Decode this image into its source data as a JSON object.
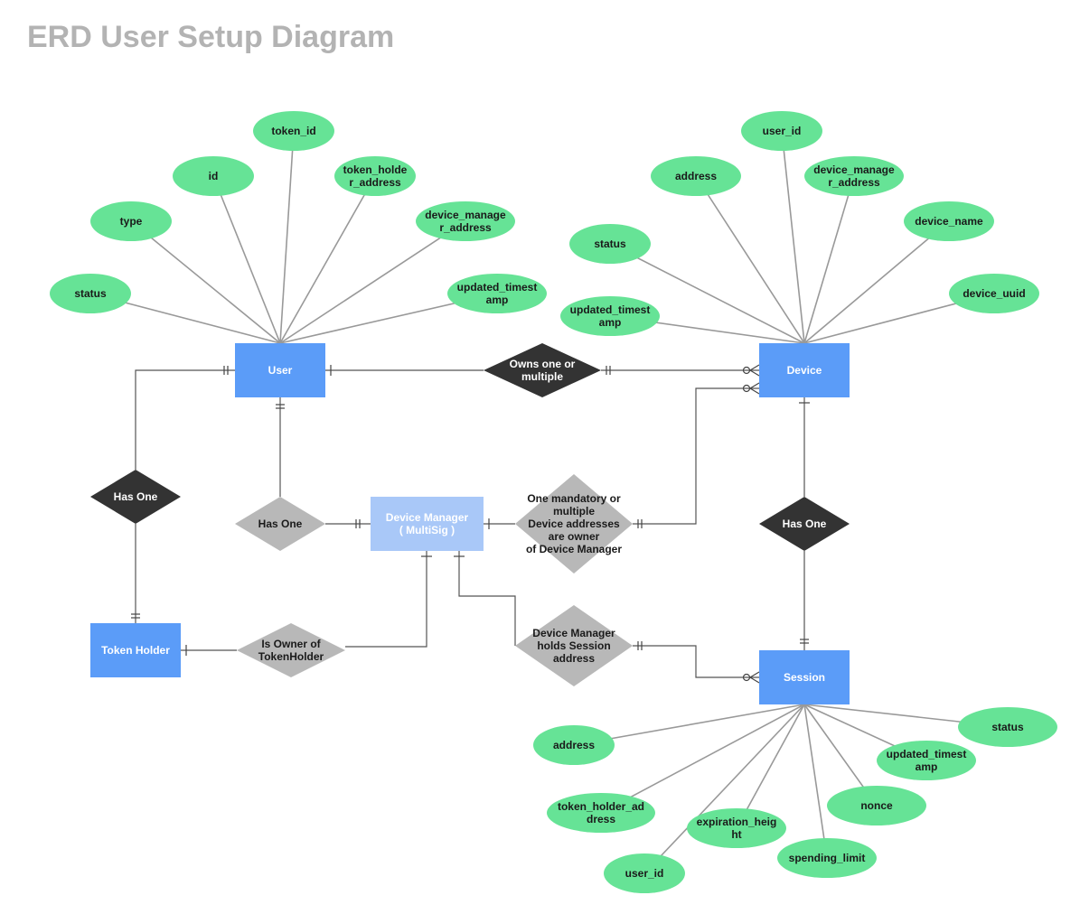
{
  "title": "ERD User Setup Diagram",
  "colors": {
    "attribute": "#66e396",
    "entity": "#5b9cf8",
    "entity_light": "#a9c8f8",
    "relation_dark": "#333333",
    "relation_light": "#b8b8b8",
    "spoke": "#999999"
  },
  "entities": {
    "user": "User",
    "device": "Device",
    "device_manager": [
      "Device Manager",
      "( MultiSig )"
    ],
    "token_holder": "Token Holder",
    "session": "Session"
  },
  "relations": {
    "owns": [
      "Owns one or",
      "multiple"
    ],
    "user_has_one_token": [
      "Has One"
    ],
    "user_has_one_manager": [
      "Has One"
    ],
    "device_has_one_session": [
      "Has One"
    ],
    "device_addresses": [
      "One  mandatory or",
      "multiple",
      "Device addresses",
      "are owner",
      "of Device  Manager"
    ],
    "owner_of_token": [
      "Is Owner of",
      "TokenHolder"
    ],
    "holds_session": [
      "Device Manager",
      "holds Session",
      "address"
    ]
  },
  "attributes": {
    "user": {
      "token_id": [
        "token_id"
      ],
      "id": [
        "id"
      ],
      "token_holder_address": [
        "token_holde",
        "r_address"
      ],
      "type": [
        "type"
      ],
      "device_manager_address": [
        "device_manage",
        "r_address"
      ],
      "status": [
        "status"
      ],
      "updated_timestamp": [
        "updated_timest",
        "amp"
      ]
    },
    "device": {
      "user_id": [
        "user_id"
      ],
      "address": [
        "address"
      ],
      "device_manager_address": [
        "device_manage",
        "r_address"
      ],
      "device_name": [
        "device_name"
      ],
      "status": [
        "status"
      ],
      "device_uuid": [
        "device_uuid"
      ],
      "updated_timestamp": [
        "updated_timest",
        "amp"
      ]
    },
    "session": {
      "address": [
        "address"
      ],
      "status": [
        "status"
      ],
      "updated_timestamp": [
        "updated_timest",
        "amp"
      ],
      "token_holder_address": [
        "token_holder_ad",
        "dress"
      ],
      "nonce": [
        "nonce"
      ],
      "expiration_height": [
        "expiration_heig",
        "ht"
      ],
      "user_id": [
        "user_id"
      ],
      "spending_limit": [
        "spending_limit"
      ]
    }
  }
}
